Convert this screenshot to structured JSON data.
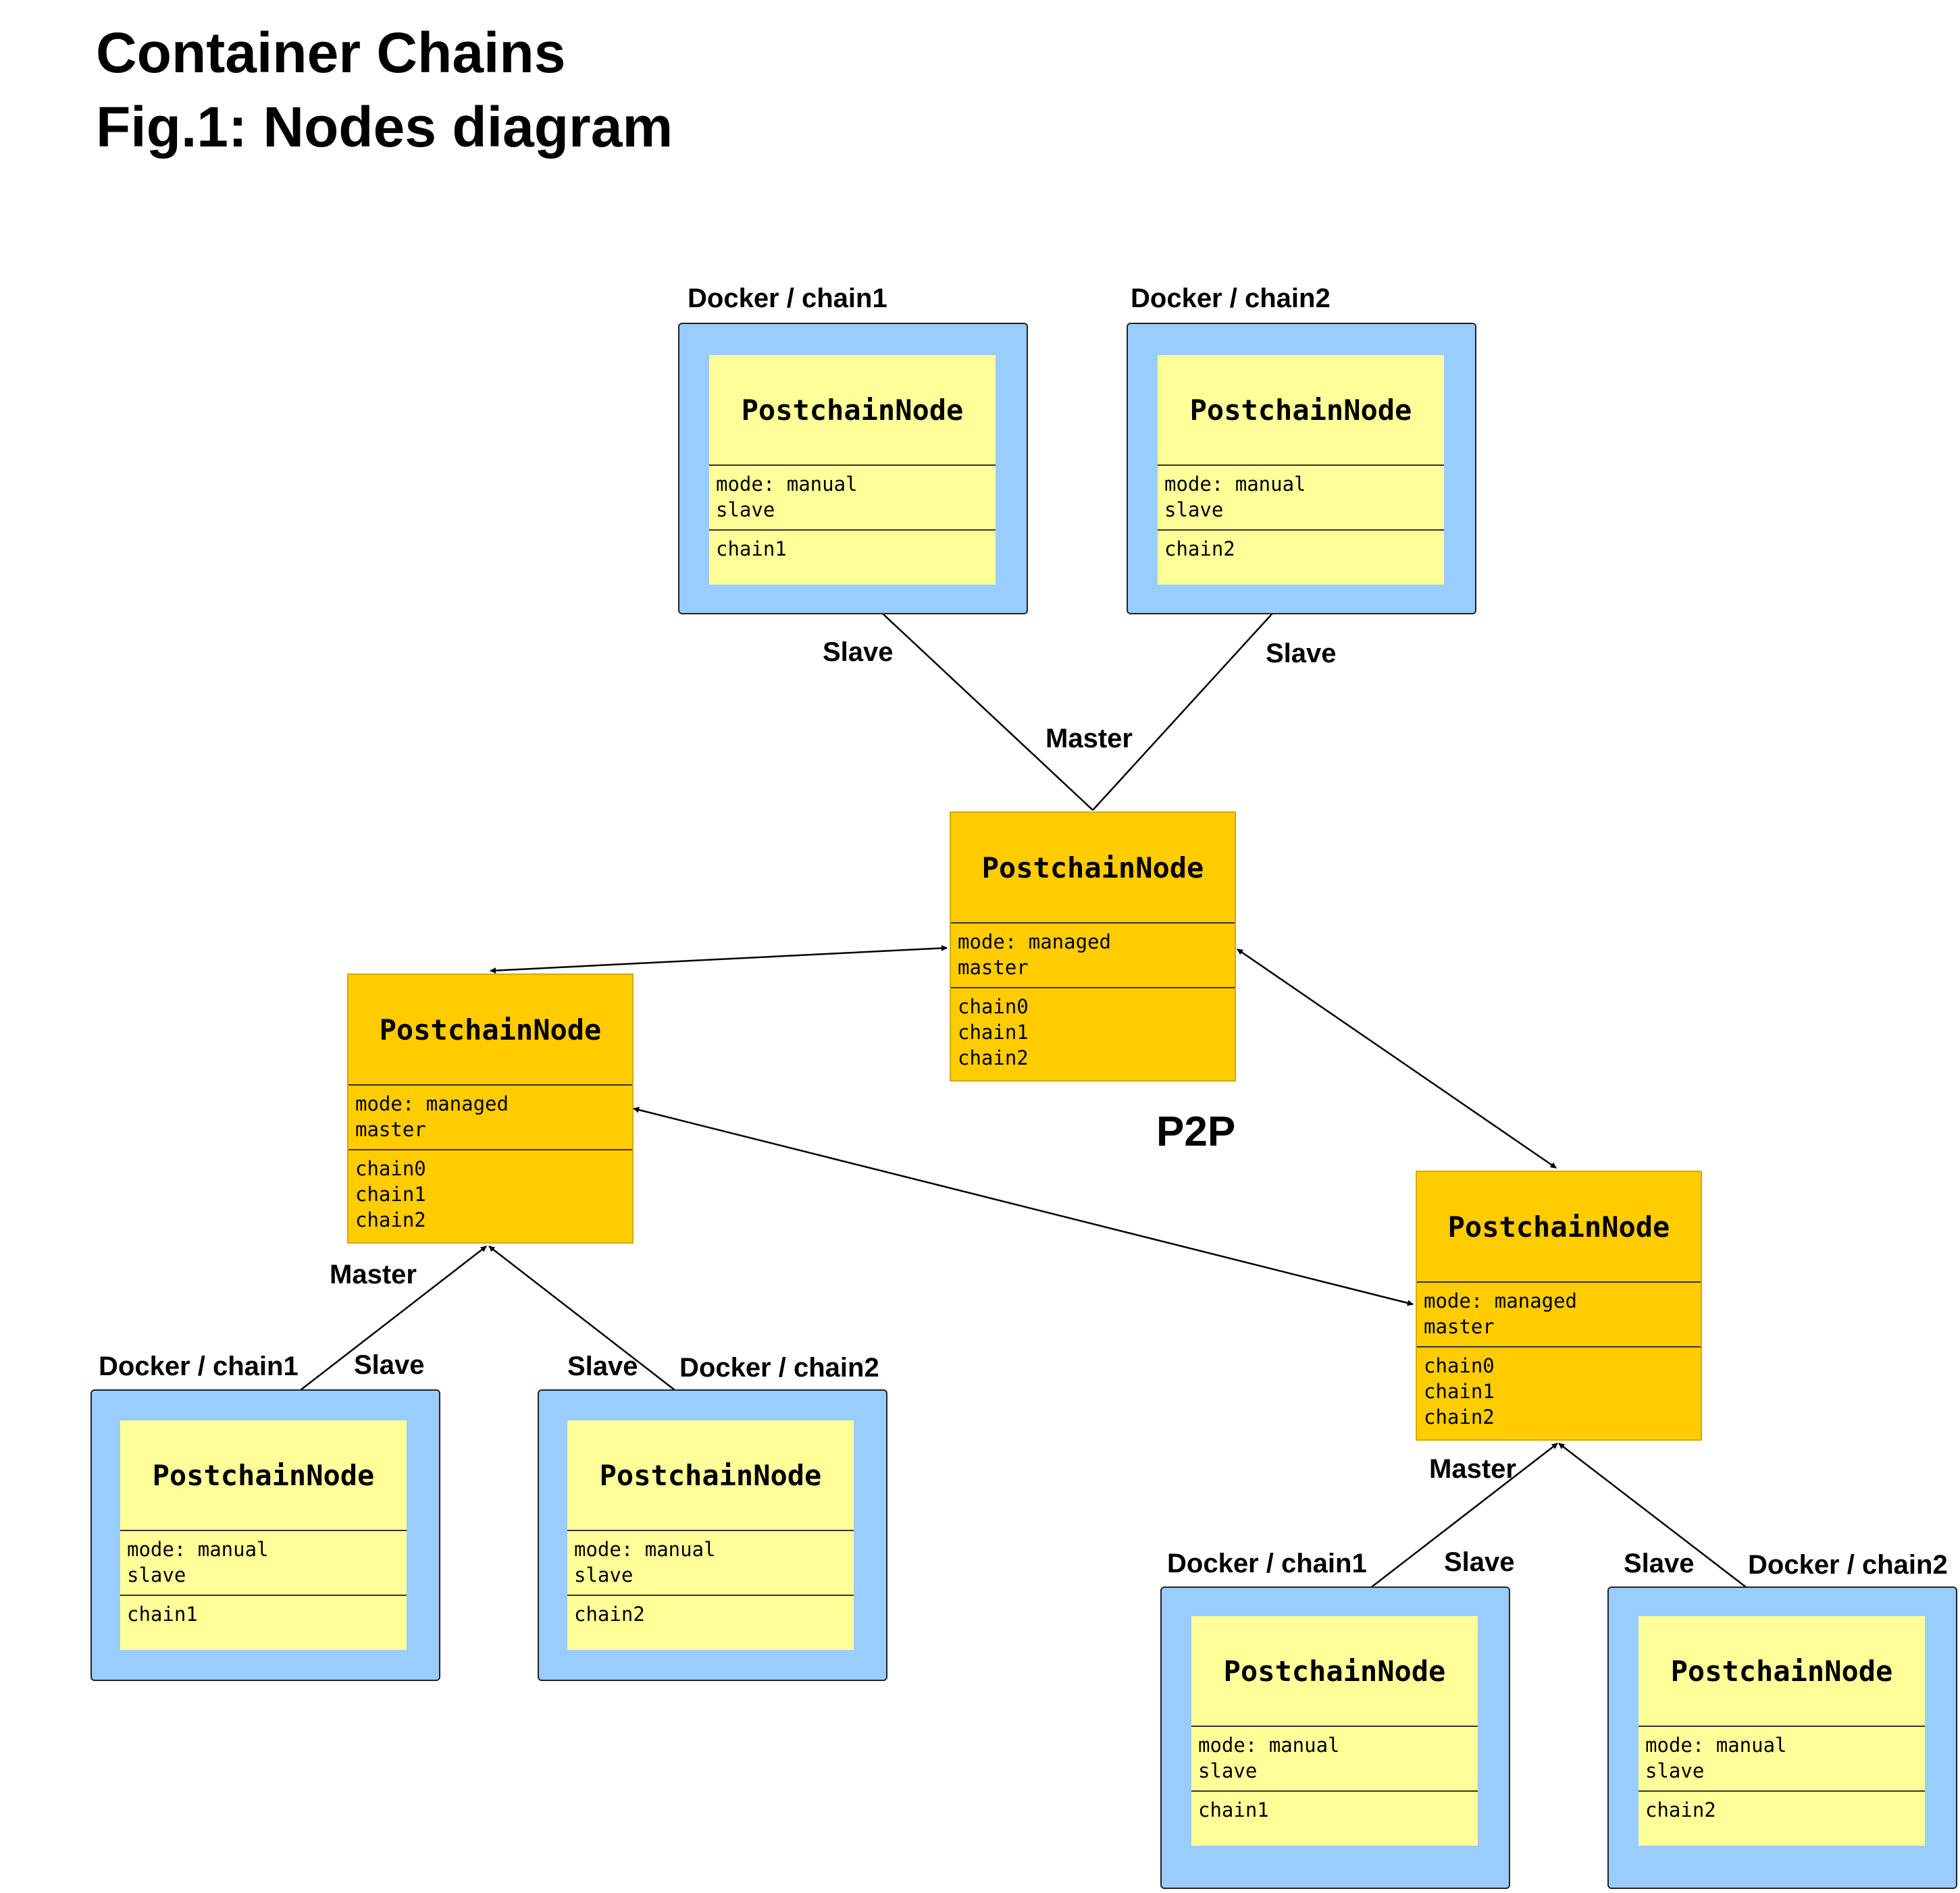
{
  "title": {
    "line1": "Container Chains",
    "line2": "Fig.1: Nodes diagram"
  },
  "p2p_label": "P2P",
  "node_name": "PostchainNode",
  "masters": [
    {
      "mode": "mode: managed",
      "role": "master",
      "chains": [
        "chain0",
        "chain1",
        "chain2"
      ]
    },
    {
      "mode": "mode: managed",
      "role": "master",
      "chains": [
        "chain0",
        "chain1",
        "chain2"
      ]
    },
    {
      "mode": "mode: managed",
      "role": "master",
      "chains": [
        "chain0",
        "chain1",
        "chain2"
      ]
    }
  ],
  "containers": [
    {
      "label": "Docker / chain1",
      "mode": "mode: manual",
      "role": "slave",
      "chain": "chain1"
    },
    {
      "label": "Docker / chain2",
      "mode": "mode: manual",
      "role": "slave",
      "chain": "chain2"
    },
    {
      "label": "Docker / chain1",
      "mode": "mode: manual",
      "role": "slave",
      "chain": "chain1"
    },
    {
      "label": "Docker / chain2",
      "mode": "mode: manual",
      "role": "slave",
      "chain": "chain2"
    },
    {
      "label": "Docker / chain1",
      "mode": "mode: manual",
      "role": "slave",
      "chain": "chain1"
    },
    {
      "label": "Docker / chain2",
      "mode": "mode: manual",
      "role": "slave",
      "chain": "chain2"
    }
  ],
  "edge_labels": {
    "master": "Master",
    "slave": "Slave"
  },
  "colors": {
    "container_fill": "#99ccff",
    "slave_node_fill": "#ffff99",
    "master_node_fill": "#ffcc00"
  }
}
